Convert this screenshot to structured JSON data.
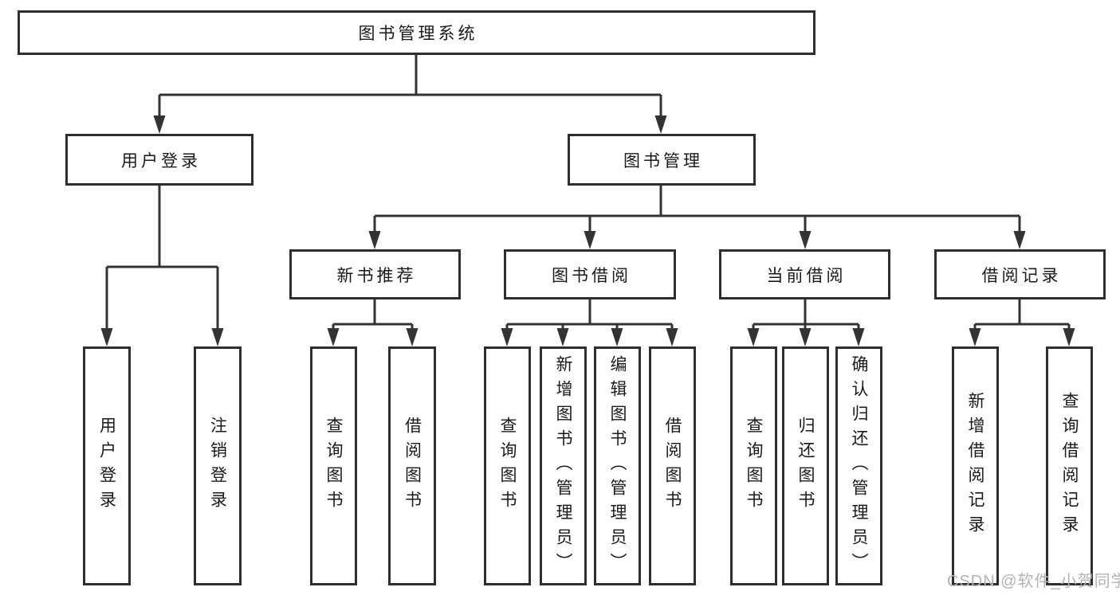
{
  "diagram": {
    "title": "图书管理系统",
    "branches": [
      {
        "label": "用户登录",
        "leaves": [
          {
            "label": "用户登录"
          },
          {
            "label": "注销登录"
          }
        ]
      },
      {
        "label": "图书管理",
        "children": [
          {
            "label": "新书推荐",
            "leaves": [
              {
                "label": "查询图书"
              },
              {
                "label": "借阅图书"
              }
            ]
          },
          {
            "label": "图书借阅",
            "leaves": [
              {
                "label": "查询图书"
              },
              {
                "label": "新增图书（管理员）"
              },
              {
                "label": "编辑图书（管理员）"
              },
              {
                "label": "借阅图书"
              }
            ]
          },
          {
            "label": "当前借阅",
            "leaves": [
              {
                "label": "查询图书"
              },
              {
                "label": "归还图书"
              },
              {
                "label": "确认归还（管理员）"
              }
            ]
          },
          {
            "label": "借阅记录",
            "leaves": [
              {
                "label": "新增借阅记录"
              },
              {
                "label": "查询借阅记录"
              }
            ]
          }
        ]
      }
    ]
  },
  "watermark": {
    "text": "CSDN @软件_小贺同学"
  },
  "colors": {
    "line": "#333333",
    "box_border": "#2e2e2e",
    "text": "#1a1a1a",
    "watermark": "#b3b3b3",
    "background": "#ffffff"
  }
}
